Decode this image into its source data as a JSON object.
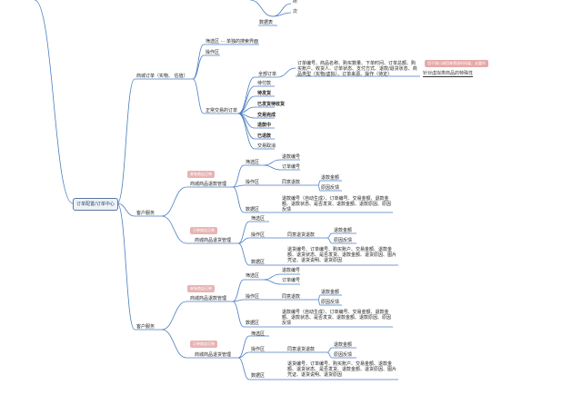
{
  "top": {
    "item1": "所",
    "item2": "次",
    "data": "数据表"
  },
  "root": "订单配置/订单中心",
  "s1": {
    "title": "商城订单（实物、 估值）",
    "filter": "筛选区 ··· 单独的搜索界面",
    "ops": "操作区",
    "orders": "正常交易的订单",
    "all": "全部订单",
    "all_desc": "订单编号、商品名称、购买数量、下单时间、订单总额、购买账户、收货人、订单状态、支付方式、退款/退货状态、商品类型（实物/虚拟）、订单来源、操作（待定）",
    "tag": "用于接口调用来筛选时间展、去重作",
    "note": "针对虚拟类商品的特殊性",
    "statuses": [
      "待付款",
      "待发货",
      "已发货待收货",
      "交易完成",
      "退款中",
      "已退款",
      "交易取消"
    ]
  },
  "g1": {
    "title": "客户服务",
    "r_tag": "来有商店订单",
    "refund": "商城商品退款管理",
    "filter": "筛选区",
    "f1": "退款编号",
    "f2": "订单编号",
    "ops": "操作区",
    "agree": "同意退款",
    "o1": "退款金额",
    "o2": "原因反馈",
    "data": "数据区",
    "data_desc": "退款编号（自动生成）、订单编号、交易金额、退款金额、退款状态、是否发货、退款金额、退款原因、原因反馈",
    "t_tag": "订单商店订单",
    "rt": "商城商品退货管理",
    "rt_filter": "筛选区",
    "rt_ops": "操作区",
    "rt_agree": "同意退货退款",
    "rt_o1": "退款金额",
    "rt_o2": "原因反馈",
    "rt_data": "数据区",
    "rt_desc": "退货编号、订单编号、购买账户、交易金额、退款金额、退货状态、是否发货、退款金额、退货原因、图片凭证、退货说明、退货原因"
  },
  "g2": {
    "title": "客户服务",
    "r_tag": "来有商店订单",
    "refund": "商城商品退款管理",
    "filter": "筛选区",
    "f1": "退款编号",
    "f2": "订单编号",
    "ops": "操作区",
    "agree": "同意退款",
    "o1": "退款金额",
    "o2": "原因反馈",
    "data": "数据区",
    "data_desc": "退款编号（自动生成）、订单编号、交易金额、退款金额、退款状态、是否发货、退款金额、退款原因、原因反馈",
    "t_tag": "订单商店订单",
    "rt": "商城商品退货管理",
    "rt_filter": "筛选区",
    "rt_ops": "操作区",
    "rt_agree": "同意退货退款",
    "rt_o1": "退款金额",
    "rt_o2": "原因反馈",
    "rt_data": "数据区",
    "rt_desc": "退货编号、订单编号、购买账户、交易金额、退款金额、退货状态、是否发货、退款金额、退货原因、图片凭证、退货说明、退货原因"
  },
  "colors": {
    "line": "#4a7cc0",
    "tag": "#e9b3b3"
  }
}
